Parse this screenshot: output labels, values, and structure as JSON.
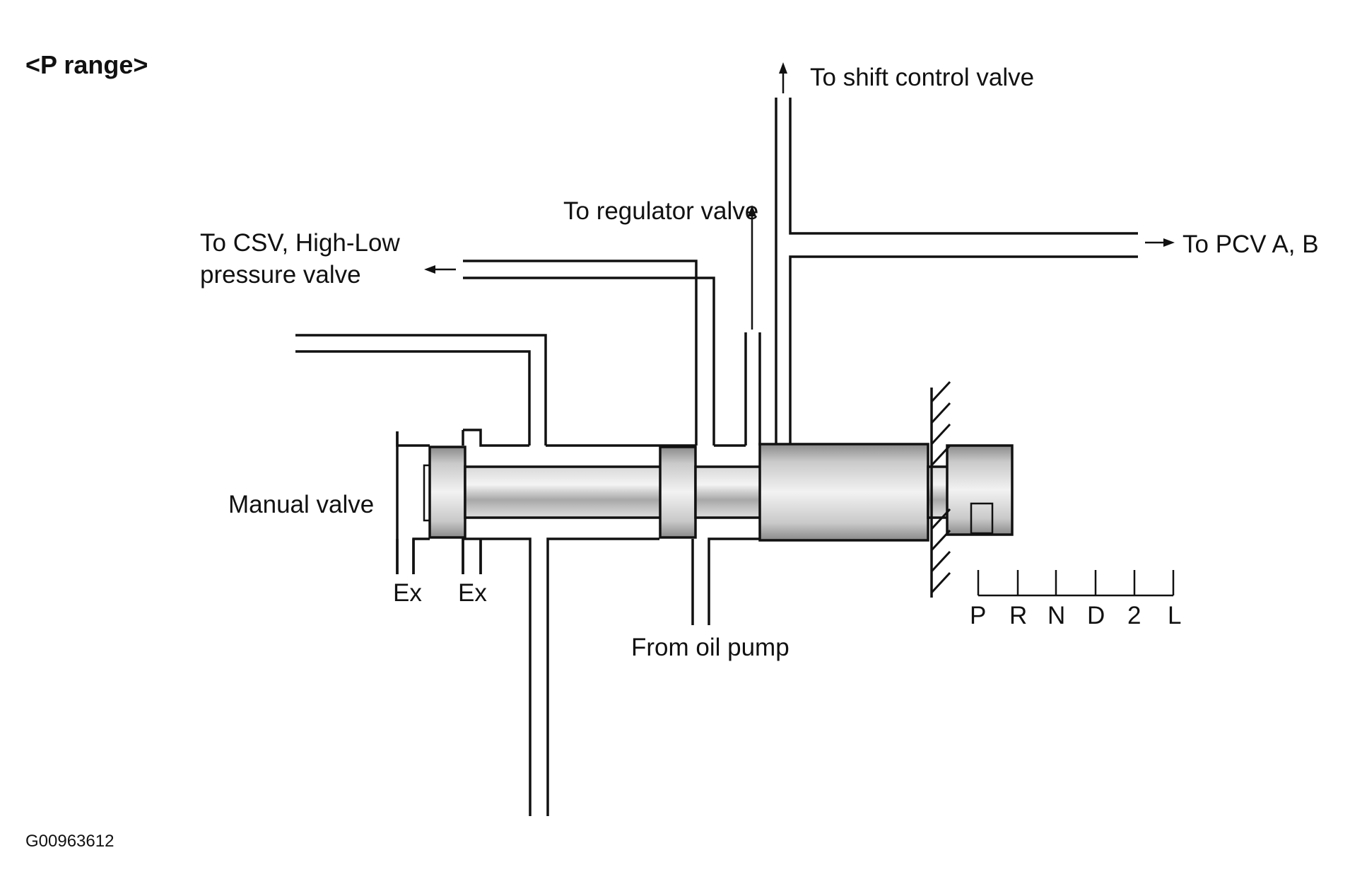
{
  "diagram": {
    "title": "<P range>",
    "figure_id": "G00963612",
    "labels": {
      "to_shift_control_valve": "To shift control valve",
      "to_regulator_valve": "To regulator valve",
      "to_csv_line1": "To CSV, High-Low",
      "to_csv_line2": "pressure valve",
      "to_pcv": "To PCV A, B",
      "manual_valve": "Manual valve",
      "exhaust_left": "Ex",
      "exhaust_right": "Ex",
      "from_oil_pump": "From oil pump"
    },
    "range_scale": [
      "P",
      "R",
      "N",
      "D",
      "2",
      "L"
    ],
    "selected_range": "P"
  }
}
